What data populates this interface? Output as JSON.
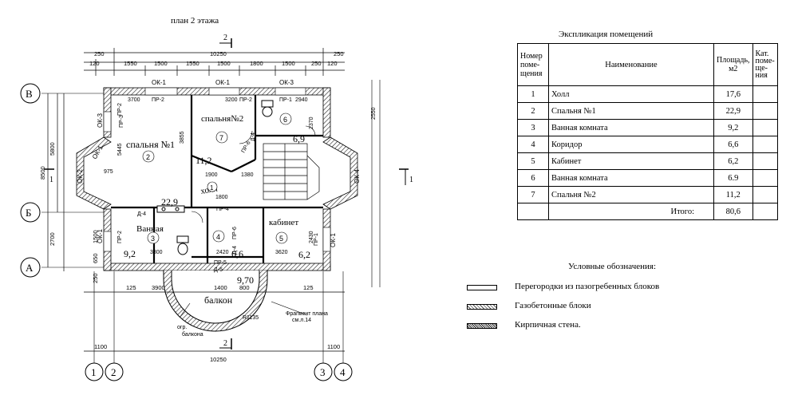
{
  "plan": {
    "title": "план 2 этажа",
    "section_mark_top": "2",
    "section_mark_bottom": "2",
    "section_mark_right": "1",
    "section_mark_left": "1",
    "axes": {
      "B": "В",
      "Б": "Б",
      "A": "А",
      "n1": "1",
      "n2": "2",
      "n3": "3",
      "n4": "4"
    },
    "dims_top": [
      "250",
      "10250",
      "250",
      "120",
      "1550",
      "1500",
      "1550",
      "1500",
      "1800",
      "1500",
      "250",
      "120"
    ],
    "dims_bottom": [
      "1100",
      "10250",
      "1100",
      "125",
      "3900",
      "1400",
      "800",
      "125"
    ],
    "dims_left": [
      "5800",
      "8500",
      "2700",
      "1500",
      "650",
      "250"
    ],
    "windows": [
      "ОК-1",
      "ОК-1",
      "ОК-3",
      "ОК-2",
      "ОК-1",
      "ОК-4",
      "ОК-1",
      "ОК-3",
      "ОК-1"
    ],
    "rooms": [
      {
        "name": "спальня №1",
        "num": "2",
        "area": ""
      },
      {
        "name": "спальня№2",
        "num": "7",
        "area": "11,2"
      },
      {
        "name": "холл",
        "num": "1",
        "area": ""
      },
      {
        "name": "Ванная",
        "num": "3",
        "area": "9,2"
      },
      {
        "name": "кабинет",
        "num": "5",
        "area": "6,2"
      },
      {
        "name": "",
        "num": "4",
        "area": "6,6"
      },
      {
        "name": "",
        "num": "6",
        "area": "6,9"
      },
      {
        "name": "балкон",
        "num": "",
        "area": "9,70"
      }
    ],
    "area_229": "22,9",
    "partitions": [
      "ПР-2",
      "ПР-2",
      "ПР-1",
      "ПР-4",
      "ПР-5",
      "ПР-6",
      "ПР-3",
      "ПР-1",
      "ПР-2",
      "ПР-2",
      "ПР-6"
    ],
    "doors": [
      "Д-4",
      "Д-4",
      "Д-4",
      "Д-5"
    ],
    "inner_dims": [
      "3700",
      "3200",
      "2940",
      "3855",
      "1900",
      "1380",
      "1800",
      "3800",
      "2420",
      "3620",
      "5445",
      "975",
      "2430",
      "2370",
      "2550"
    ],
    "balcony_label_1": "огр.",
    "balcony_label_2": "балкона",
    "fragment_label_1": "Фрагмент плана",
    "fragment_label_2": "см.л.14",
    "r_label": "R1135"
  },
  "explication": {
    "title": "Экспликация помещений",
    "headers": {
      "num": [
        "Номер",
        "поме-",
        "щения"
      ],
      "name": "Наименование",
      "area": [
        "Площадь,",
        "м2"
      ],
      "cat": [
        "Кат.",
        "поме-",
        "ще-",
        "ния"
      ]
    },
    "rows": [
      {
        "num": "1",
        "name": "Холл",
        "area": "17,6"
      },
      {
        "num": "2",
        "name": "Спальня №1",
        "area": "22,9"
      },
      {
        "num": "3",
        "name": "Ванная комната",
        "area": "9,2"
      },
      {
        "num": "4",
        "name": "Коридор",
        "area": "6,6"
      },
      {
        "num": "5",
        "name": "Кабинет",
        "area": "6,2"
      },
      {
        "num": "6",
        "name": "Ванная комната",
        "area": "6.9"
      },
      {
        "num": "7",
        "name": "Спальня №2",
        "area": "11,2"
      }
    ],
    "total_label": "Итого:",
    "total_value": "80,6"
  },
  "legend": {
    "title": "Условные обозначения:",
    "items": [
      {
        "label": "Перегородки из пазогребенных блоков",
        "style": "light"
      },
      {
        "label": "Газобетонные блоки",
        "style": "hatch"
      },
      {
        "label": "Кирпичная стена.",
        "style": "dark"
      }
    ]
  }
}
